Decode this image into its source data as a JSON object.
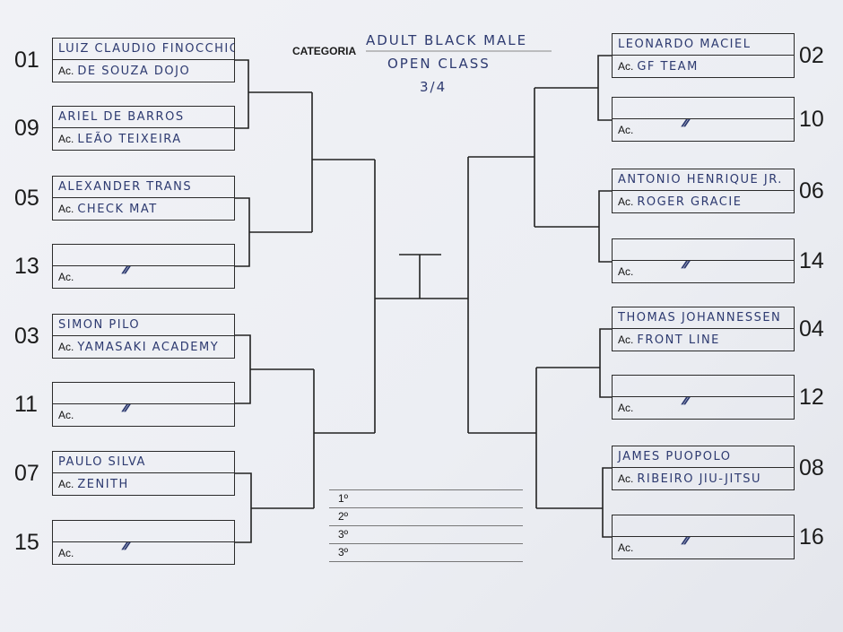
{
  "category": {
    "label": "CATEGORIA",
    "line1": "ADULT BLACK MALE",
    "line2": "OPEN CLASS",
    "line3": "3/4"
  },
  "academy_prefix": "Ac.",
  "bye_mark": "//",
  "left": [
    {
      "seed": "01",
      "name": "LUIZ CLAUDIO FINOCCHIO",
      "academy": "DE SOUZA DOJO"
    },
    {
      "seed": "09",
      "name": "ARIEL DE BARROS",
      "academy": "LEÃO TEIXEIRA"
    },
    {
      "seed": "05",
      "name": "ALEXANDER TRANS",
      "academy": "CHECK MAT"
    },
    {
      "seed": "13",
      "name": "",
      "academy": "",
      "bye": true
    },
    {
      "seed": "03",
      "name": "SIMON PILO",
      "academy": "YAMASAKI ACADEMY"
    },
    {
      "seed": "11",
      "name": "",
      "academy": "",
      "bye": true
    },
    {
      "seed": "07",
      "name": "PAULO SILVA",
      "academy": "ZENITH"
    },
    {
      "seed": "15",
      "name": "",
      "academy": "",
      "bye": true
    }
  ],
  "right": [
    {
      "seed": "02",
      "name": "LEONARDO MACIEL",
      "academy": "GF TEAM"
    },
    {
      "seed": "10",
      "name": "",
      "academy": "",
      "bye": true
    },
    {
      "seed": "06",
      "name": "ANTONIO HENRIQUE JR.",
      "academy": "ROGER GRACIE"
    },
    {
      "seed": "14",
      "name": "",
      "academy": "",
      "bye": true
    },
    {
      "seed": "04",
      "name": "THOMAS JOHANNESSEN",
      "academy": "FRONT LINE"
    },
    {
      "seed": "12",
      "name": "",
      "academy": "",
      "bye": true
    },
    {
      "seed": "08",
      "name": "JAMES PUOPOLO",
      "academy": "RIBEIRO JIU-JITSU"
    },
    {
      "seed": "16",
      "name": "",
      "academy": "",
      "bye": true
    }
  ],
  "podium": [
    "1º",
    "2º",
    "3º",
    "3º"
  ]
}
